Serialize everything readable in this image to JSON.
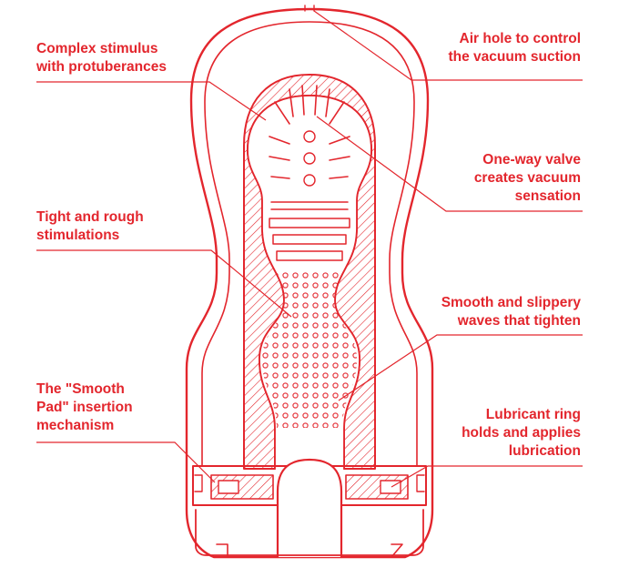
{
  "colors": {
    "accent": "#e3262d",
    "background": "#ffffff"
  },
  "labels": {
    "complex_stimulus": [
      "Complex stimulus",
      "with protuberances"
    ],
    "air_hole": [
      "Air hole to control",
      "the vacuum suction"
    ],
    "one_way_valve": [
      "One-way valve",
      "creates vacuum",
      "sensation"
    ],
    "tight_rough": [
      "Tight and rough",
      "stimulations"
    ],
    "smooth_waves": [
      "Smooth and slippery",
      "waves that tighten"
    ],
    "smooth_pad": [
      "The \"Smooth",
      "Pad\" insertion",
      "mechanism"
    ],
    "lubricant_ring": [
      "Lubricant ring",
      "holds and applies",
      "lubrication"
    ]
  }
}
